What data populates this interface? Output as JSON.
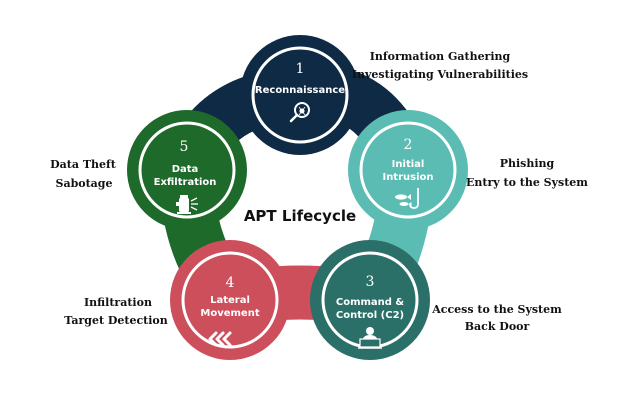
{
  "center": {
    "title": "APT Lifecycle"
  },
  "colors": {
    "reconnaissance": "#0f2a45",
    "initial_intrusion": "#5bbcb4",
    "command_control": "#2a6f68",
    "lateral_movement": "#cc4f5b",
    "data_exfiltration": "#1e6a2a"
  },
  "stages": [
    {
      "number": "1",
      "title_lines": [
        "Reconnaissance"
      ],
      "icon": "magnifier-bug-icon",
      "notes": [
        "Information Gathering",
        "Investigating Vulnerabilities"
      ]
    },
    {
      "number": "2",
      "title_lines": [
        "Initial",
        "Intrusion"
      ],
      "icon": "fish-hook-icon",
      "notes": [
        "Phishing",
        "Entry to the System"
      ]
    },
    {
      "number": "3",
      "title_lines": [
        "Command &",
        "Control (C2)"
      ],
      "icon": "hacker-laptop-icon",
      "notes": [
        "Access to the System",
        "Back Door"
      ]
    },
    {
      "number": "4",
      "title_lines": [
        "Lateral",
        "Movement"
      ],
      "icon": "chevrons-left-icon",
      "notes": [
        "Infiltration",
        "Target Detection"
      ]
    },
    {
      "number": "5",
      "title_lines": [
        "Data",
        "Exfiltration"
      ],
      "icon": "hydrant-leak-icon",
      "notes": [
        "Data Theft",
        "Sabotage"
      ]
    }
  ]
}
